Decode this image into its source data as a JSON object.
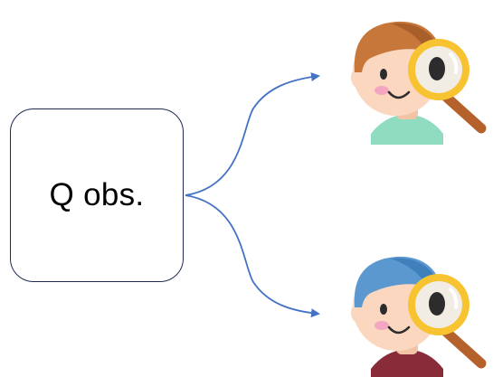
{
  "source": {
    "label": "Q obs."
  },
  "observers": [
    {
      "name": "observer-top",
      "hair_color": "#c8773a",
      "hair_dark": "#a85f2a",
      "shirt_color": "#8fdcc0"
    },
    {
      "name": "observer-bottom",
      "hair_color": "#5b98cf",
      "hair_dark": "#3f7fbb",
      "shirt_color": "#8a2b3a"
    }
  ],
  "colors": {
    "arrow": "#4472c4",
    "box_border": "#1f2a52",
    "lens_ring": "#f7c331",
    "handle": "#b5612c",
    "skin": "#fbd7c0"
  }
}
